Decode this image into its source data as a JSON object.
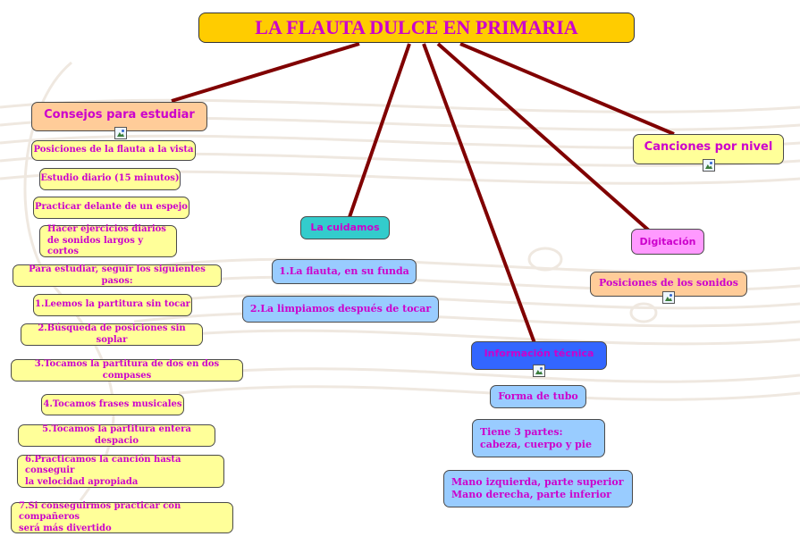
{
  "title": "LA FLAUTA DULCE EN PRIMARIA",
  "colors": {
    "connector": "#800000",
    "title_bg": "#ffcc00",
    "text": "#cc00cc",
    "yellow": "#ffff99",
    "blue": "#99ccff",
    "orange": "#ffcc99",
    "cyan": "#33cccc",
    "pink": "#ff99ff",
    "royal": "#3366ff"
  },
  "nodes": {
    "consejos": "Consejos para estudiar",
    "cuidamos": "La cuidamos",
    "informacion": "Información técnica",
    "digitacion": "Digitación",
    "canciones": "Canciones por nivel"
  },
  "consejos_items": [
    "Posiciones de la flauta a la vista",
    "Estudio diario (15 minutos)",
    "Practicar delante de un espejo",
    "Hacer ejercicios diarios\nde sonidos largos y cortos",
    "Para estudiar, seguir los siguientes pasos:",
    "1.Leemos la partitura sin tocar",
    "2.Búsqueda de posiciones sin soplar",
    "3.Tocamos la partitura de dos en dos compases",
    "4.Tocamos frases musicales",
    "5.Tocamos la partitura entera despacio",
    "6.Practicamos la canción hasta conseguir\nla velocidad apropiada",
    "7.Si conseguirmos practicar con compañeros\nserá más divertido"
  ],
  "cuidamos_items": [
    "1.La flauta, en su funda",
    "2.La limpiamos después de tocar"
  ],
  "informacion_items": [
    "Forma de tubo",
    "Tiene 3 partes:\n cabeza, cuerpo y pie",
    "Mano izquierda, parte superior\nMano derecha,  parte inferior"
  ],
  "digitacion_items": [
    "Posiciones de los sonidos"
  ]
}
